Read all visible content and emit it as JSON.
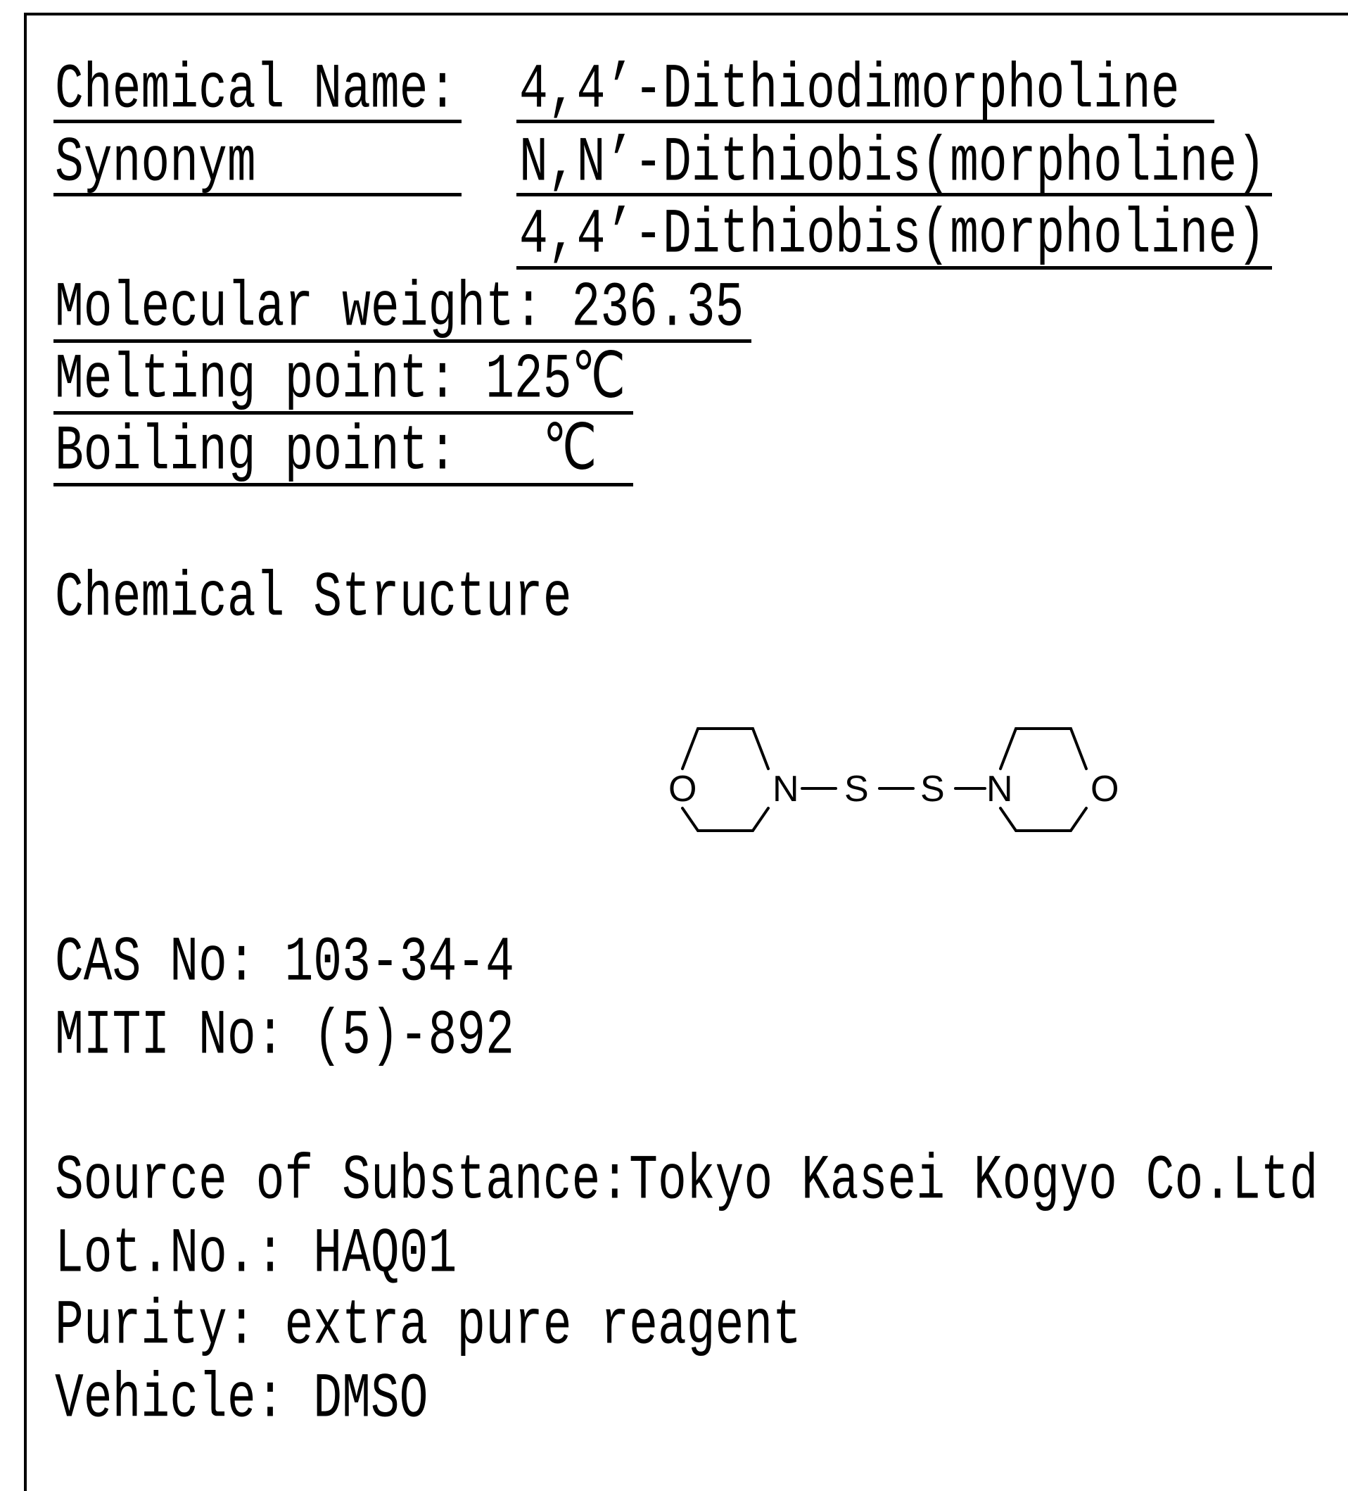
{
  "chemical_name": {
    "label": "Chemical Name:",
    "value": "4,4’-Dithiodimorpholine"
  },
  "synonym": {
    "label": "Synonym",
    "values": [
      "N,N’-Dithiobis(morpholine)",
      "4,4’-Dithiobis(morpholine)"
    ]
  },
  "molecular_weight": "Molecular weight: 236.35",
  "melting_point": "Melting point: 125℃",
  "boiling_point": "Boiling point:   ℃",
  "structure": {
    "heading": "Chemical Structure",
    "atoms": {
      "o_left": "O",
      "n_left": "N",
      "s_left": "S",
      "s_right": "S",
      "n_right": "N",
      "o_right": "O"
    }
  },
  "cas_no": "CAS No: 103-34-4",
  "miti_no": "MITI No: (5)-892",
  "source": "Source of Substance:Tokyo Kasei Kogyo Co.Ltd",
  "lot_no": "Lot.No.: HAQ01",
  "purity": "Purity: extra pure reagent",
  "vehicle": "Vehicle: DMSO"
}
